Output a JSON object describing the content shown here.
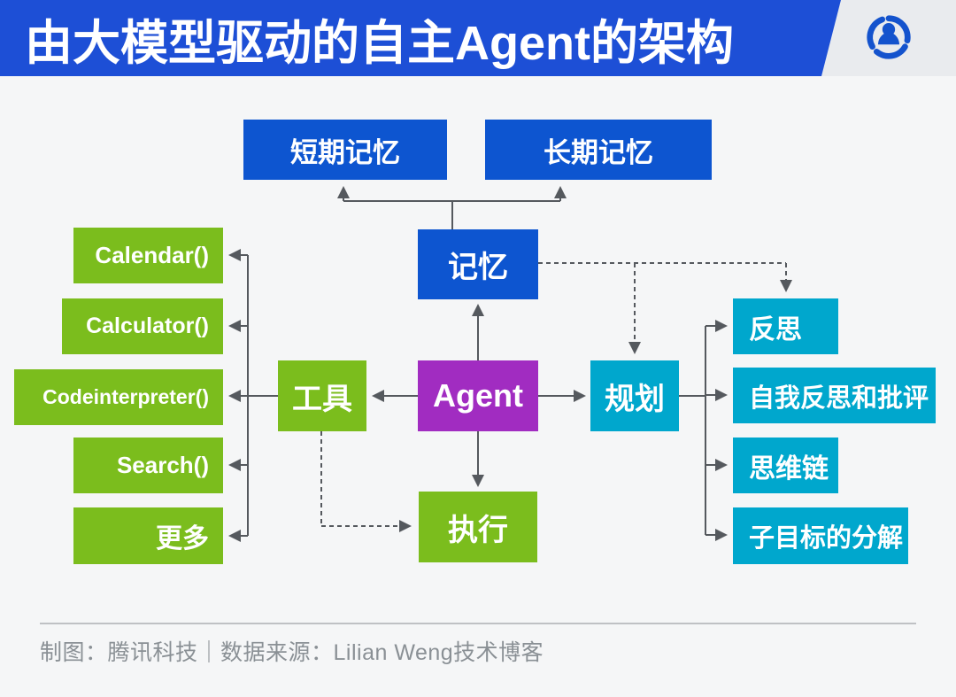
{
  "header": {
    "title": "由大模型驱动的自主Agent的架构",
    "logo": "tencent-qq-logo"
  },
  "nodes": {
    "short_term_memory": {
      "label": "短期记忆"
    },
    "long_term_memory": {
      "label": "长期记忆"
    },
    "memory": {
      "label": "记忆"
    },
    "agent": {
      "label": "Agent"
    },
    "tools": {
      "label": "工具"
    },
    "planning": {
      "label": "规划"
    },
    "action": {
      "label": "执行"
    }
  },
  "tool_items": [
    {
      "label": "Calendar()"
    },
    {
      "label": "Calculator()"
    },
    {
      "label": "Codeinterpreter()"
    },
    {
      "label": "Search()"
    },
    {
      "label": "更多"
    }
  ],
  "planning_items": [
    {
      "label": "反思"
    },
    {
      "label": "自我反思和批评"
    },
    {
      "label": "思维链"
    },
    {
      "label": "子目标的分解"
    }
  ],
  "footer": {
    "credit": "制图：腾讯科技｜数据来源：Lilian Weng技术博客"
  },
  "colors": {
    "banner_blue": "#1d4fd6",
    "node_blue": "#0d55d0",
    "node_green": "#7bbd1d",
    "node_cyan": "#00a7cd",
    "node_purple": "#a12cc1",
    "arrow_gray": "#55595e",
    "header_bg": "#e9ebee",
    "page_bg": "#f5f6f7",
    "footer_text": "#8a9095"
  }
}
